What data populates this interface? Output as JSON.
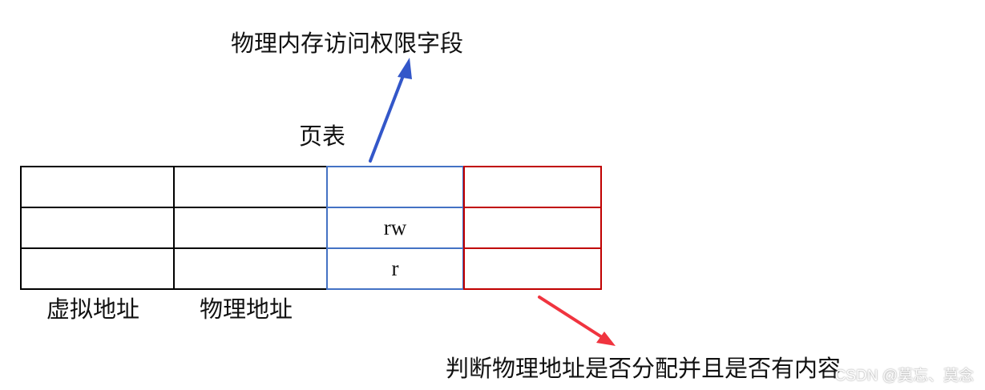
{
  "labels": {
    "permission_field": "物理内存访问权限字段",
    "page_table": "页表",
    "virtual_address": "虚拟地址",
    "physical_address": "物理地址",
    "check_allocation": "判断物理地址是否分配并且是否有内容"
  },
  "table": {
    "rows": [
      [
        "",
        "",
        "",
        ""
      ],
      [
        "",
        "",
        "rw",
        ""
      ],
      [
        "",
        "",
        "r",
        ""
      ]
    ]
  },
  "colors": {
    "black_border": "#000000",
    "blue_border": "#4472c4",
    "red_border": "#c00000",
    "blue_arrow": "#3357c9",
    "red_arrow": "#f0343f"
  },
  "watermark": "CSDN @莫忘、莫念"
}
